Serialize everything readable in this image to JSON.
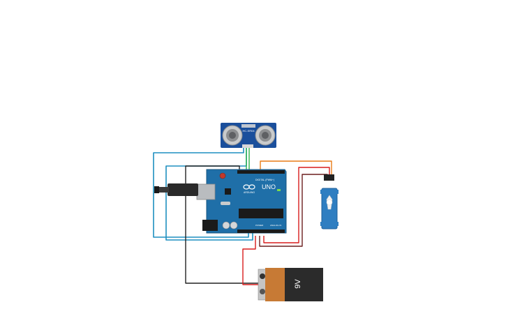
{
  "sensor": {
    "label": "HC-SR04"
  },
  "arduino": {
    "brand": "UNO",
    "logo_text": "ARDUINO",
    "digital_label": "DIGITAL (PWM~)",
    "power_label": "POWER",
    "analog_label": "ANALOG IN"
  },
  "battery": {
    "label": "9V"
  },
  "colors": {
    "board": "#1f6fa8",
    "sensor_board": "#1a4f9c",
    "wire_blue": "#1e8fc0",
    "wire_black": "#222222",
    "wire_red": "#d81c1c",
    "wire_orange": "#e87c17",
    "wire_green": "#2db34a",
    "servo": "#2f7ec1",
    "battery_body": "#2b2b2b",
    "battery_copper": "#c77a35"
  }
}
